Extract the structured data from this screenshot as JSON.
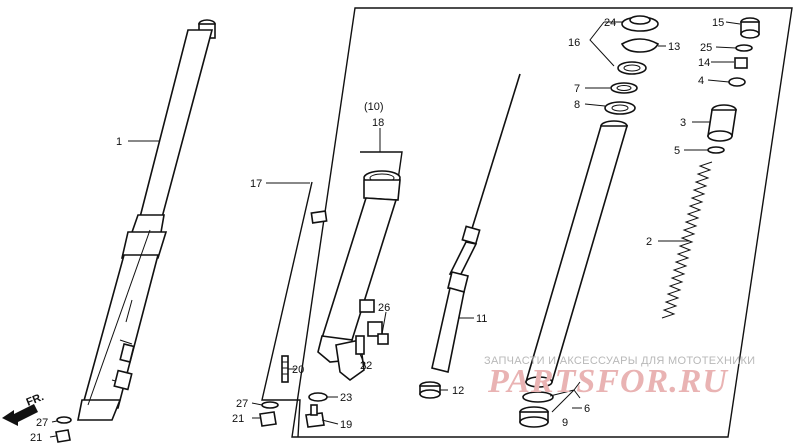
{
  "diagram": {
    "labels": {
      "p1": "1",
      "p2": "2",
      "p3": "3",
      "p4": "4",
      "p5": "5",
      "p6": "6",
      "p7": "7",
      "p8": "8",
      "p9": "9",
      "p10": "(10)",
      "p11": "11",
      "p12": "12",
      "p13": "13",
      "p14": "14",
      "p15": "15",
      "p16": "16",
      "p17": "17",
      "p18": "18",
      "p19": "19",
      "p20": "20",
      "p21a": "21",
      "p21b": "21",
      "p22": "22",
      "p23": "23",
      "p24": "24",
      "p25": "25",
      "p26": "26",
      "p27a": "27",
      "p27b": "27"
    },
    "direction_label": "FR."
  },
  "watermark": {
    "tagline": "ЗАПЧАСТИ И АКСЕССУАРЫ ДЛЯ МОТОТЕХНИКИ",
    "logo": "PARTSFOR.RU"
  }
}
